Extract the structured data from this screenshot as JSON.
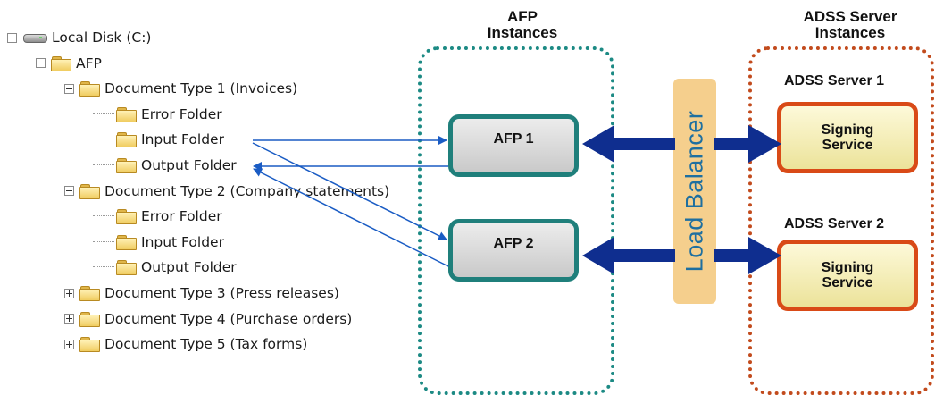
{
  "tree": [
    {
      "label": "Local Disk (C:)",
      "icon": "hard-disk-icon",
      "toggle": "minus",
      "level": 0
    },
    {
      "label": "AFP",
      "icon": "folder-icon",
      "toggle": "minus",
      "level": 1
    },
    {
      "label": "Document Type 1 (Invoices)",
      "icon": "folder-icon",
      "toggle": "minus",
      "level": 2
    },
    {
      "label": "Error Folder",
      "icon": "folder-icon",
      "toggle": "none",
      "level": 3
    },
    {
      "label": "Input Folder",
      "icon": "folder-icon",
      "toggle": "none",
      "level": 3
    },
    {
      "label": "Output Folder",
      "icon": "folder-icon",
      "toggle": "none",
      "level": 3
    },
    {
      "label": "Document Type 2 (Company statements)",
      "icon": "folder-icon",
      "toggle": "minus",
      "level": 2
    },
    {
      "label": "Error Folder",
      "icon": "folder-icon",
      "toggle": "none",
      "level": 3
    },
    {
      "label": "Input Folder",
      "icon": "folder-icon",
      "toggle": "none",
      "level": 3
    },
    {
      "label": "Output Folder",
      "icon": "folder-icon",
      "toggle": "none",
      "level": 3
    },
    {
      "label": "Document Type 3 (Press releases)",
      "icon": "folder-icon",
      "toggle": "plus",
      "level": 2
    },
    {
      "label": "Document Type 4 (Purchase orders)",
      "icon": "folder-icon",
      "toggle": "plus",
      "level": 2
    },
    {
      "label": "Document Type 5 (Tax forms)",
      "icon": "folder-icon",
      "toggle": "plus",
      "level": 2
    }
  ],
  "afp_group": {
    "heading_line1": "AFP",
    "heading_line2": "Instances",
    "instances": [
      "AFP 1",
      "AFP 2"
    ]
  },
  "load_balancer": {
    "label": "Load Balancer"
  },
  "adss_group": {
    "heading_line1": "ADSS Server",
    "heading_line2": "Instances",
    "servers": [
      {
        "title": "ADSS Server 1",
        "service_line1": "Signing",
        "service_line2": "Service"
      },
      {
        "title": "ADSS Server 2",
        "service_line1": "Signing",
        "service_line2": "Service"
      }
    ]
  },
  "colors": {
    "afp_border": "#1f7f7b",
    "afp_group_border": "#1c8a84",
    "adss_border": "#d94a17",
    "adss_group_border": "#c24b1d",
    "load_balancer_fill": "#f5cf8d",
    "load_balancer_text": "#1e6fa0",
    "double_arrow": "#0f2e8f",
    "flow_line": "#1a5cc4"
  }
}
